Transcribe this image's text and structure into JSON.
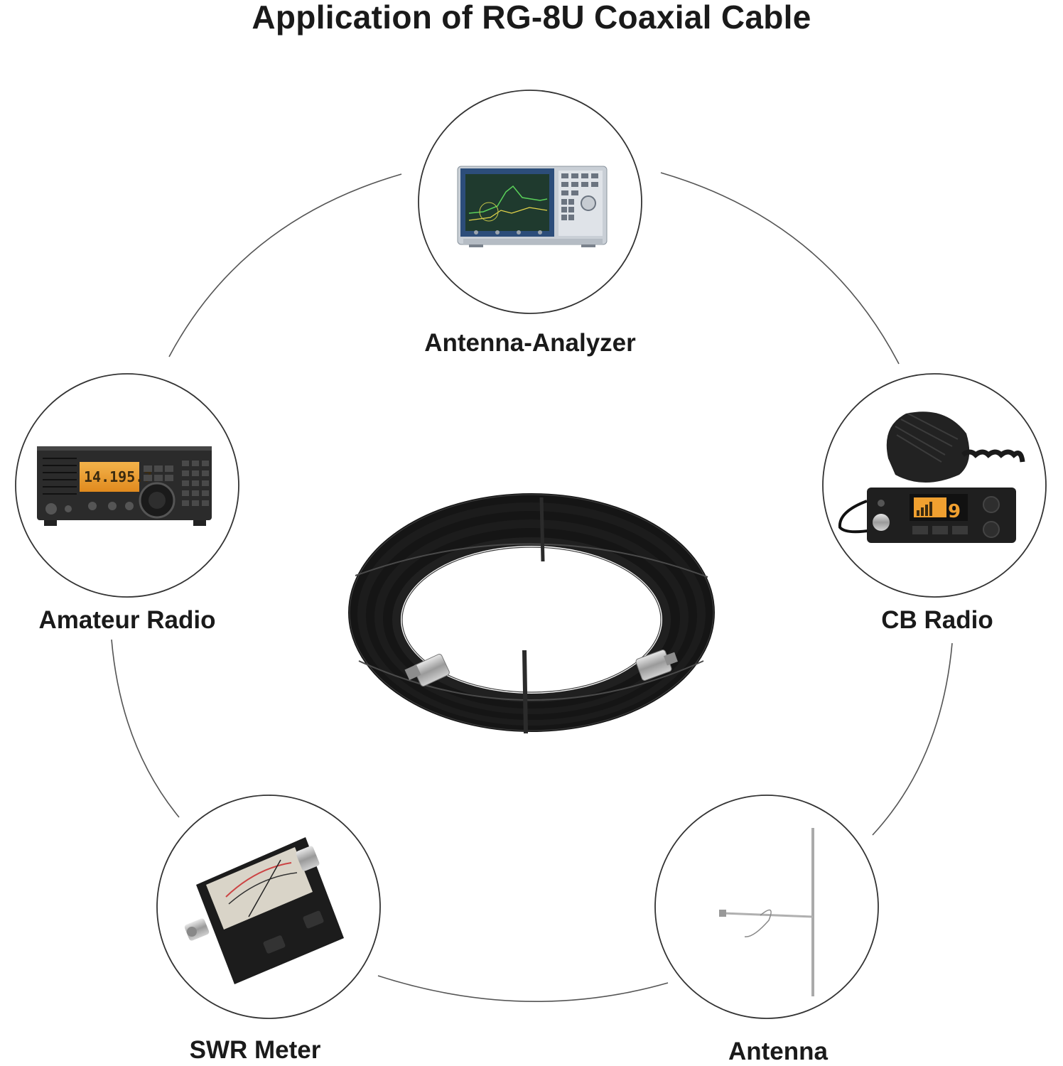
{
  "title": "Application of RG-8U Coaxial Cable",
  "applications": [
    {
      "id": "analyzer",
      "label": "Antenna-Analyzer",
      "icon": "antenna-analyzer-icon"
    },
    {
      "id": "cb",
      "label": "CB Radio",
      "icon": "cb-radio-icon"
    },
    {
      "id": "antenna",
      "label": "Antenna",
      "icon": "antenna-icon"
    },
    {
      "id": "swr",
      "label": "SWR Meter",
      "icon": "swr-meter-icon"
    },
    {
      "id": "amateur",
      "label": "Amateur Radio",
      "icon": "amateur-radio-icon"
    }
  ],
  "center": {
    "icon": "coaxial-cable-coil-icon"
  },
  "colors": {
    "ring": "#444444",
    "circle": "#333333",
    "cable": "#151515",
    "text": "#1a1a1a"
  }
}
